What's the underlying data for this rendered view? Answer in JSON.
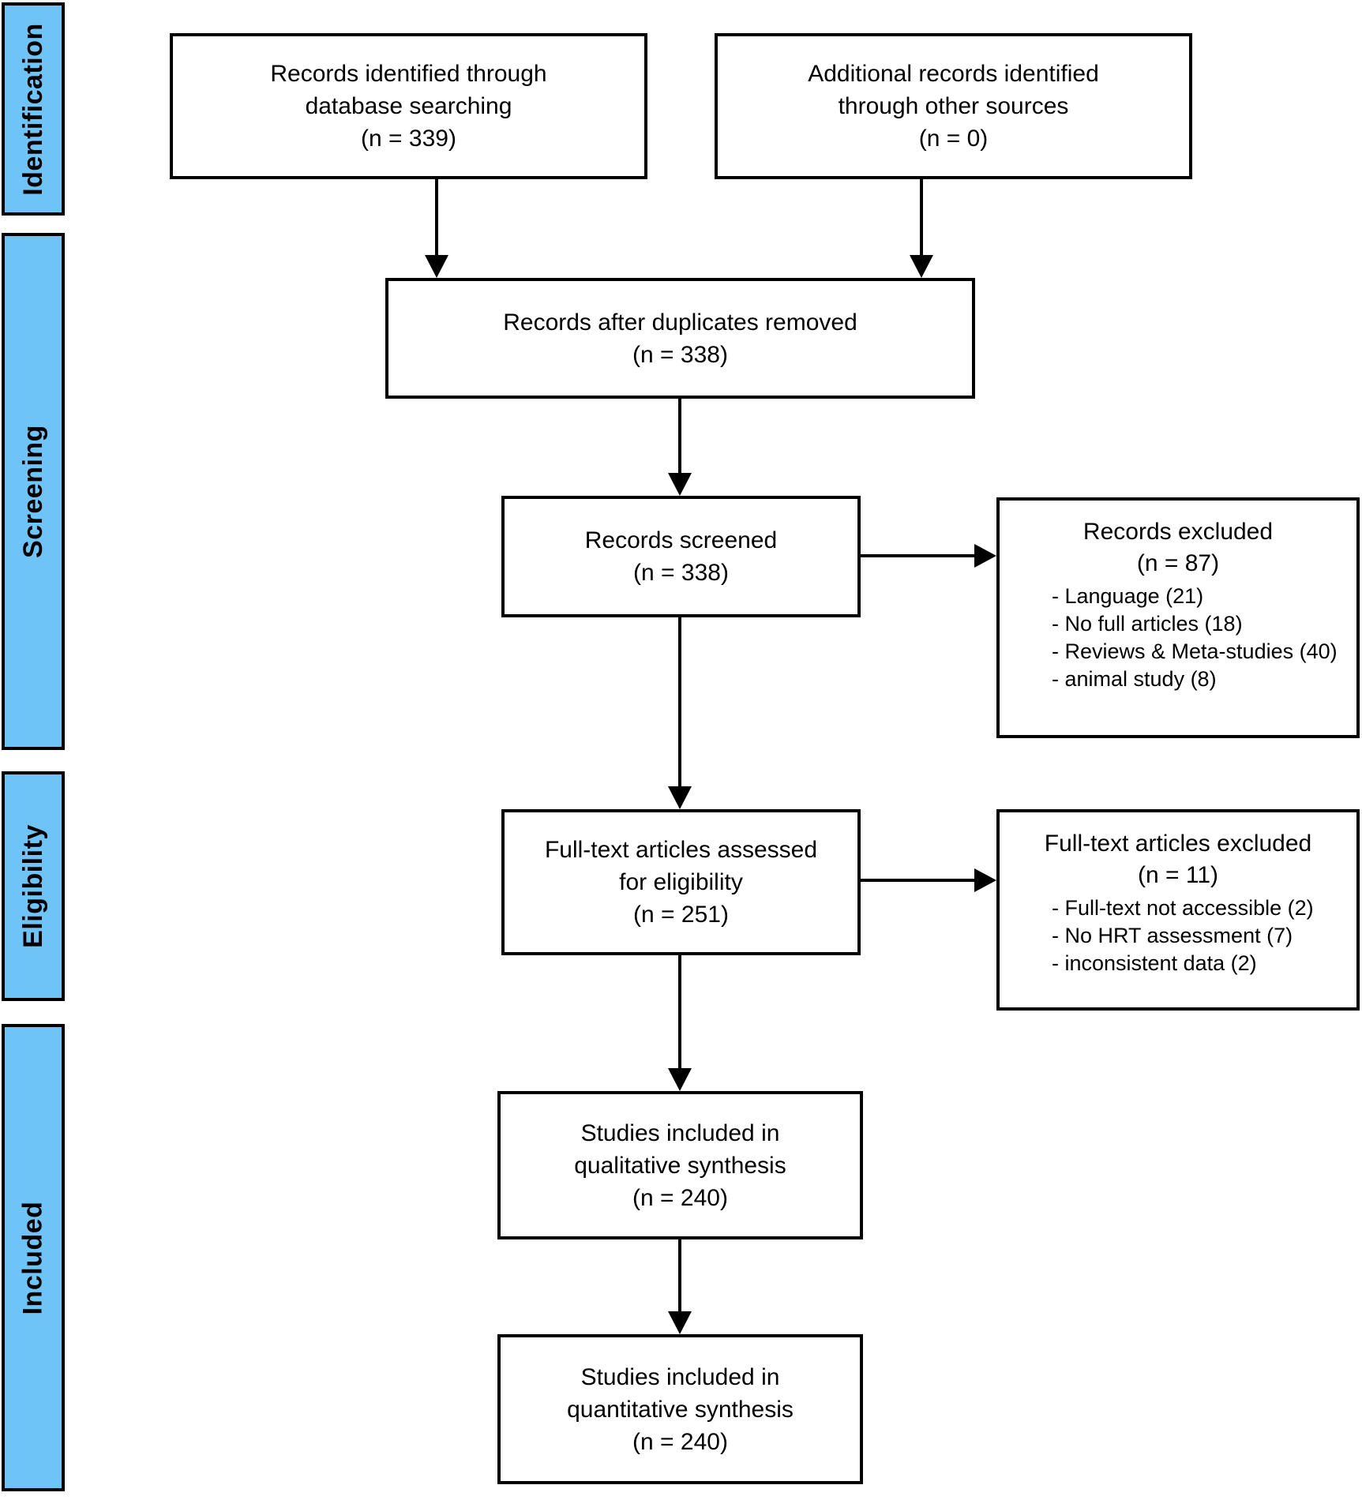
{
  "diagram_type": "PRISMA flow diagram",
  "stages": [
    {
      "label": "Identification"
    },
    {
      "label": "Screening"
    },
    {
      "label": "Eligibility"
    },
    {
      "label": "Included"
    }
  ],
  "boxes": {
    "identified_db": {
      "lines": [
        "Records identified through",
        "database searching",
        "(n = 339)"
      ]
    },
    "additional_sources": {
      "lines": [
        "Additional records identified",
        "through other sources",
        "(n = 0)"
      ]
    },
    "duplicates_removed": {
      "lines": [
        "Records after duplicates removed",
        "(n = 338)"
      ]
    },
    "screened": {
      "lines": [
        "Records screened",
        "(n = 338)"
      ]
    },
    "records_excluded": {
      "title": "Records excluded",
      "count": "(n = 87)",
      "reasons": [
        "- Language (21)",
        "- No full articles (18)",
        "- Reviews & Meta-studies (40)",
        "- animal study (8)"
      ]
    },
    "fulltext_assessed": {
      "lines": [
        "Full-text articles assessed",
        "for eligibility",
        "(n = 251)"
      ]
    },
    "fulltext_excluded": {
      "title": "Full-text articles excluded",
      "count": "(n = 11)",
      "reasons": [
        "- Full-text not accessible (2)",
        "- No HRT assessment (7)",
        "- inconsistent data (2)"
      ]
    },
    "qualitative": {
      "lines": [
        "Studies included in",
        "qualitative synthesis",
        "(n = 240)"
      ]
    },
    "quantitative": {
      "lines": [
        "Studies included in",
        "quantitative synthesis",
        "(n = 240)"
      ]
    }
  },
  "colors": {
    "stage_fill": "#6ec3f7",
    "border": "#000000",
    "background": "#ffffff"
  }
}
